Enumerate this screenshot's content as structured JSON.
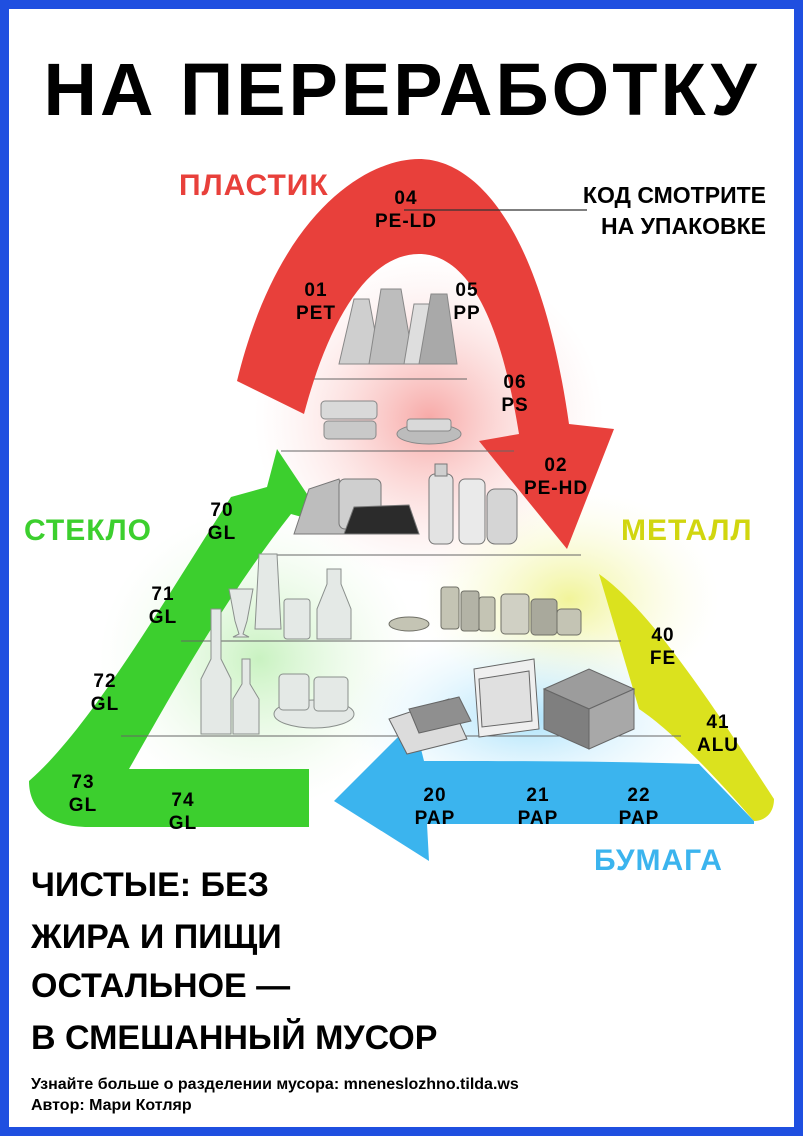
{
  "title": "НА ПЕРЕРАБОТКУ",
  "hint": {
    "line1": "КОД СМОТРИТЕ",
    "line2": "НА УПАКОВКЕ"
  },
  "categories": {
    "plastic": {
      "label": "ПЛАСТИК",
      "color": "#e8403b",
      "codes": [
        {
          "num": "04",
          "abbr": "PE-LD"
        },
        {
          "num": "01",
          "abbr": "PET"
        },
        {
          "num": "05",
          "abbr": "PP"
        },
        {
          "num": "06",
          "abbr": "PS"
        },
        {
          "num": "02",
          "abbr": "PE-HD"
        }
      ]
    },
    "glass": {
      "label": "СТЕКЛО",
      "color": "#3ccf2e",
      "codes": [
        {
          "num": "70",
          "abbr": "GL"
        },
        {
          "num": "71",
          "abbr": "GL"
        },
        {
          "num": "72",
          "abbr": "GL"
        },
        {
          "num": "73",
          "abbr": "GL"
        },
        {
          "num": "74",
          "abbr": "GL"
        }
      ]
    },
    "metal": {
      "label": "МЕТАЛЛ",
      "color": "#dbe21e",
      "codes": [
        {
          "num": "40",
          "abbr": "FE"
        },
        {
          "num": "41",
          "abbr": "ALU"
        }
      ]
    },
    "paper": {
      "label": "БУМАГА",
      "color": "#3bb4ee",
      "codes": [
        {
          "num": "20",
          "abbr": "PAP"
        },
        {
          "num": "21",
          "abbr": "PAP"
        },
        {
          "num": "22",
          "abbr": "PAP"
        }
      ]
    }
  },
  "notes": {
    "clean_line1": "ЧИСТЫЕ: БЕЗ",
    "clean_line2": "ЖИРА И ПИЩИ",
    "rest_line1": "ОСТАЛЬНОЕ —",
    "rest_line2": "В СМЕШАННЫЙ МУСОР"
  },
  "footer": {
    "learn_more": "Узнайте больше о разделении мусора: mneneslozhno.tilda.ws",
    "author": "Автор: Мари Котляр"
  },
  "colors": {
    "frame": "#1f4fe0",
    "background": "#ffffff",
    "text": "#000000"
  }
}
